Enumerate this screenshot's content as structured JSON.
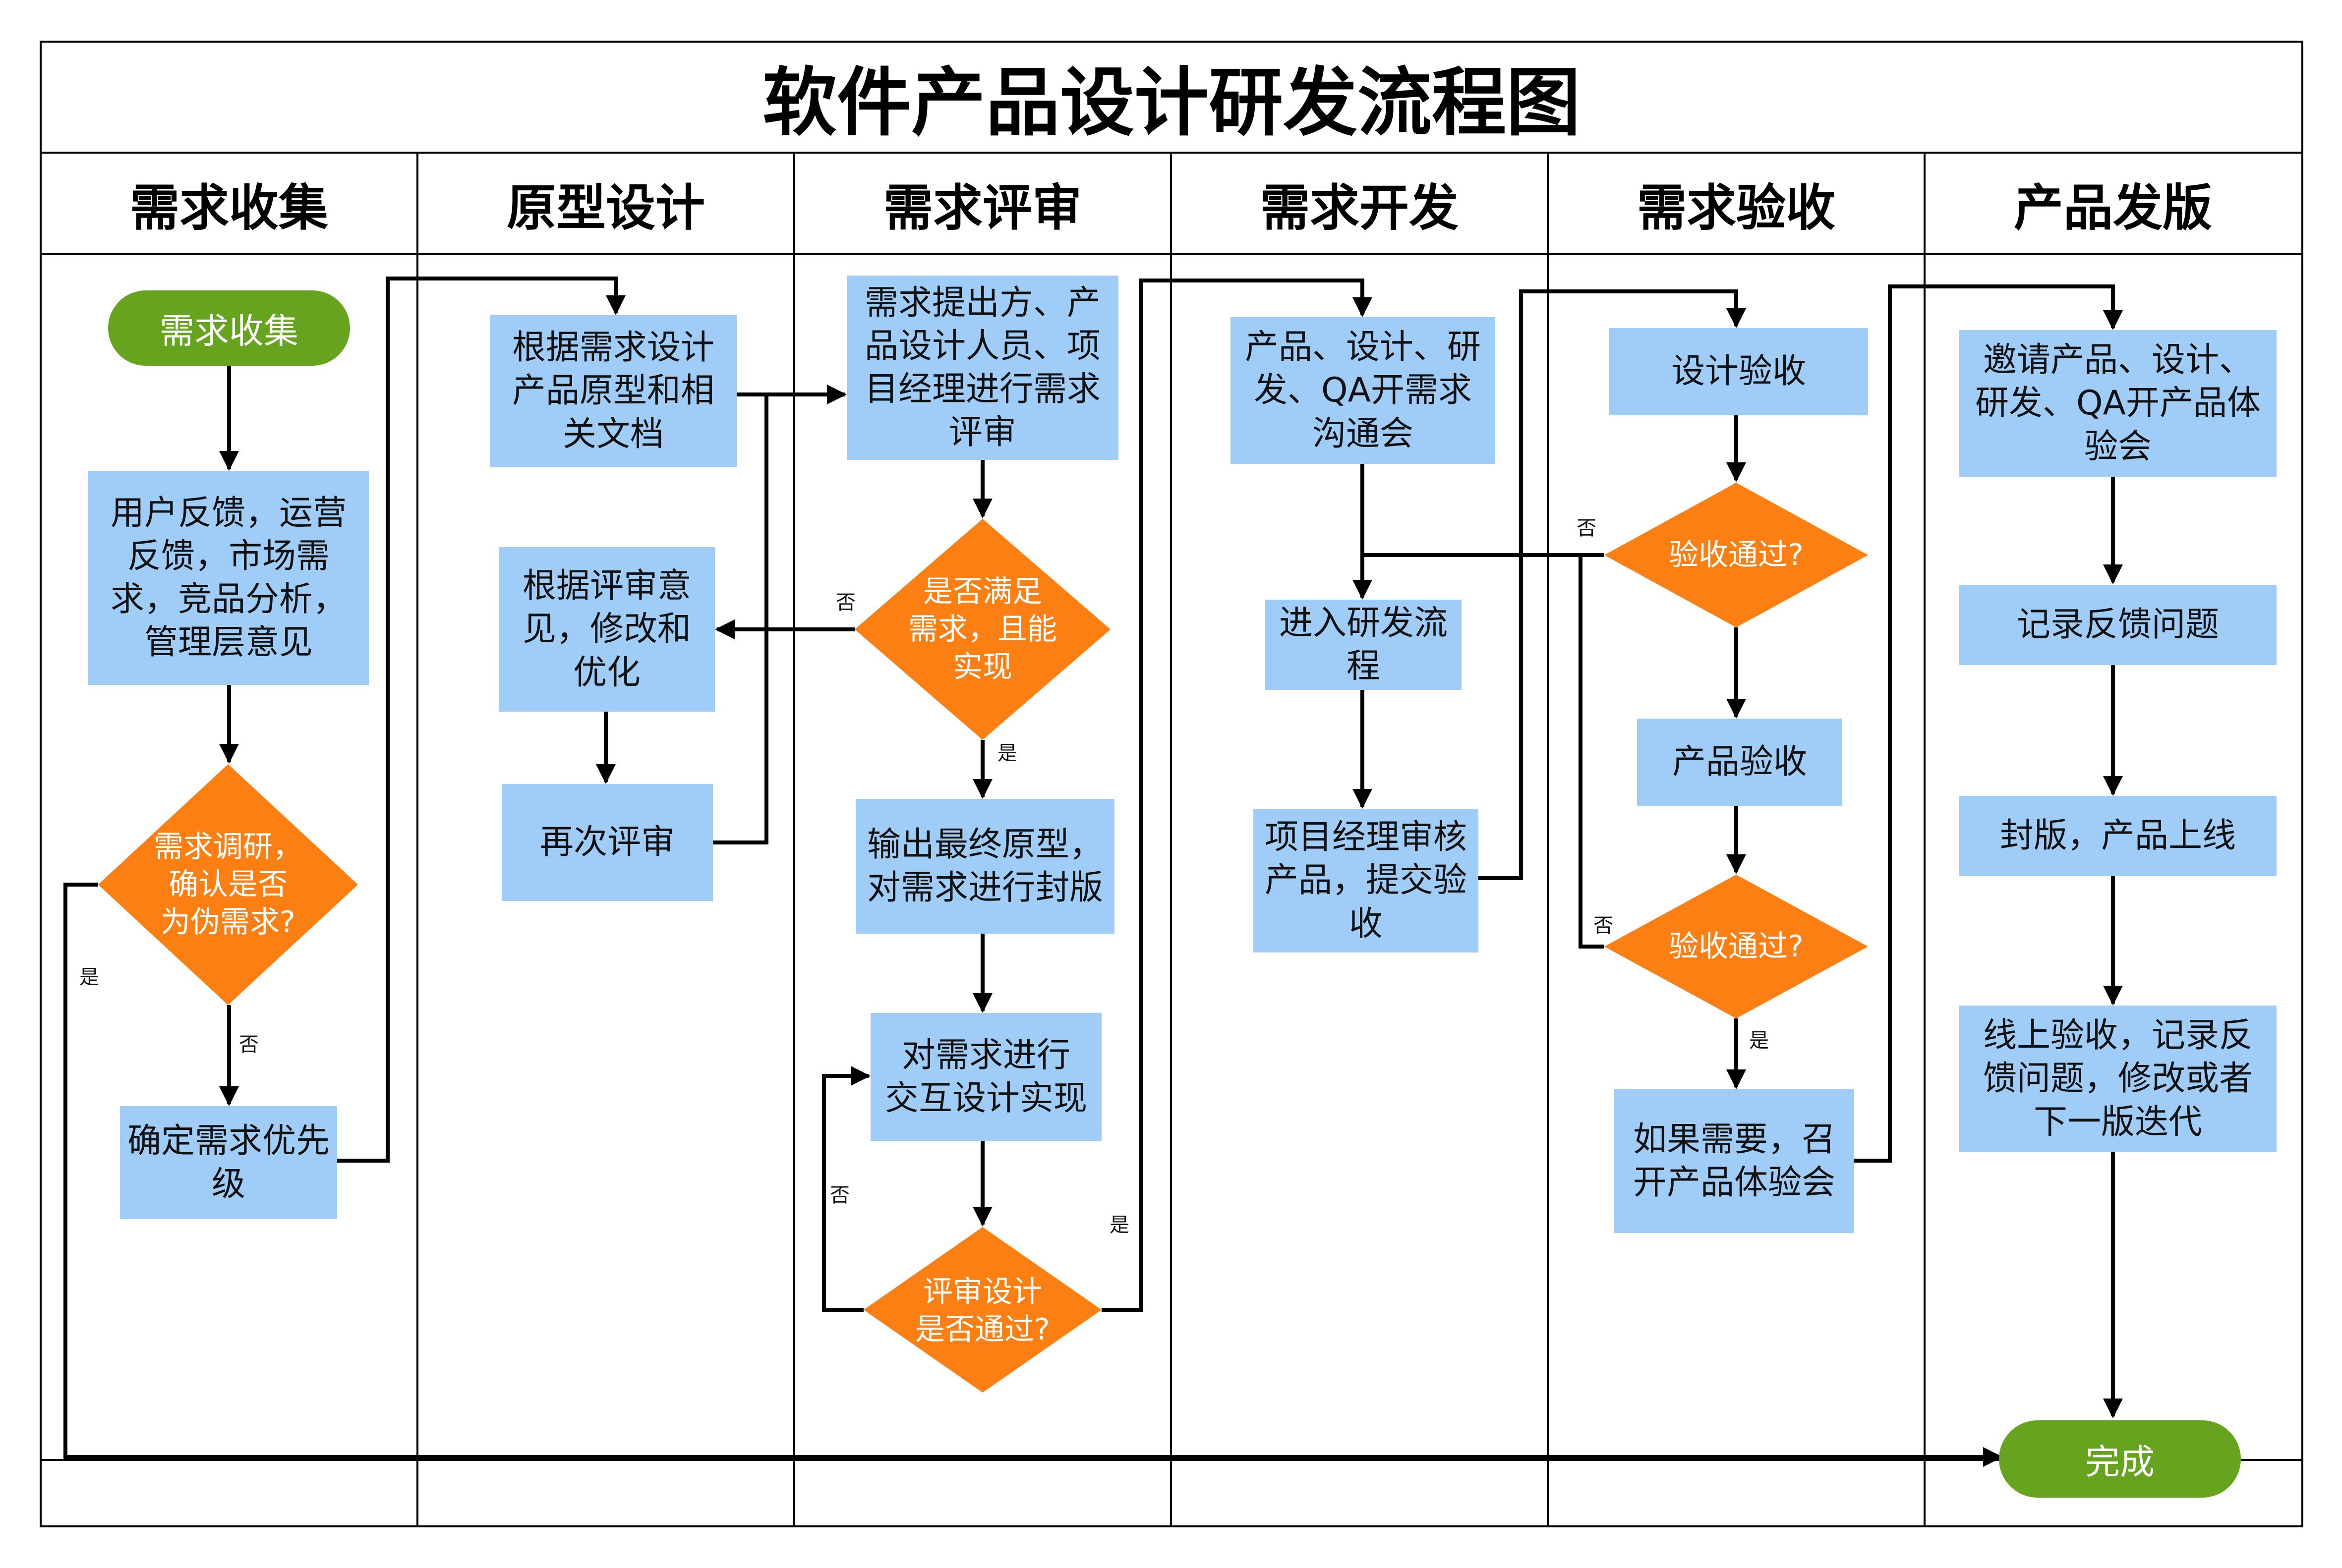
{
  "title": "软件产品设计研发流程图",
  "lanes": [
    "需求收集",
    "原型设计",
    "需求评审",
    "需求开发",
    "需求验收",
    "产品发版"
  ],
  "colors": {
    "process": "#9fcdf8",
    "decision": "#fb7f12",
    "terminal": "#66a31f",
    "line": "#000000"
  },
  "nodes": {
    "start": "需求收集",
    "feedback": "用户反馈，运营\n反馈，市场需\n求，竞品分析，\n管理层意见",
    "pseudo_check": "需求调研，\n确认是否\n为伪需求?",
    "priority": "确定需求优先\n级",
    "design_docs": "根据需求设计\n产品原型和相\n关文档",
    "revise": "根据评审意\n见，修改和\n优化",
    "re_review": "再次评审",
    "review_meeting": "需求提出方、产\n品设计人员、项\n目经理进行需求\n评审",
    "meets_check": "是否满足\n需求，且能\n实现",
    "final_proto": "输出最终原型，\n对需求进行封版",
    "interaction": "对需求进行\n交互设计实现",
    "design_review_check": "评审设计\n是否通过?",
    "dev_meeting": "产品、设计、研\n发、QA开需求\n沟通会",
    "dev_flow": "进入研发流\n程",
    "pm_review": "项目经理审核\n产品，提交验\n收",
    "design_accept": "设计验收",
    "accept_check_1": "验收通过?",
    "product_accept": "产品验收",
    "accept_check_2": "验收通过?",
    "exp_meeting": "如果需要，召\n开产品体验会",
    "invite": "邀请产品、设计、\n研发、QA开产品体\n验会",
    "record": "记录反馈问题",
    "release": "封版，产品上线",
    "online_check": "线上验收，记录反\n馈问题，修改或者\n下一版迭代",
    "done": "完成"
  },
  "edge_labels": {
    "pseudo_yes": "是",
    "pseudo_no": "否",
    "meets_no": "否",
    "meets_yes": "是",
    "design_no": "否",
    "design_yes": "是",
    "accept1_no": "否",
    "accept2_no": "否",
    "accept2_yes": "是"
  }
}
